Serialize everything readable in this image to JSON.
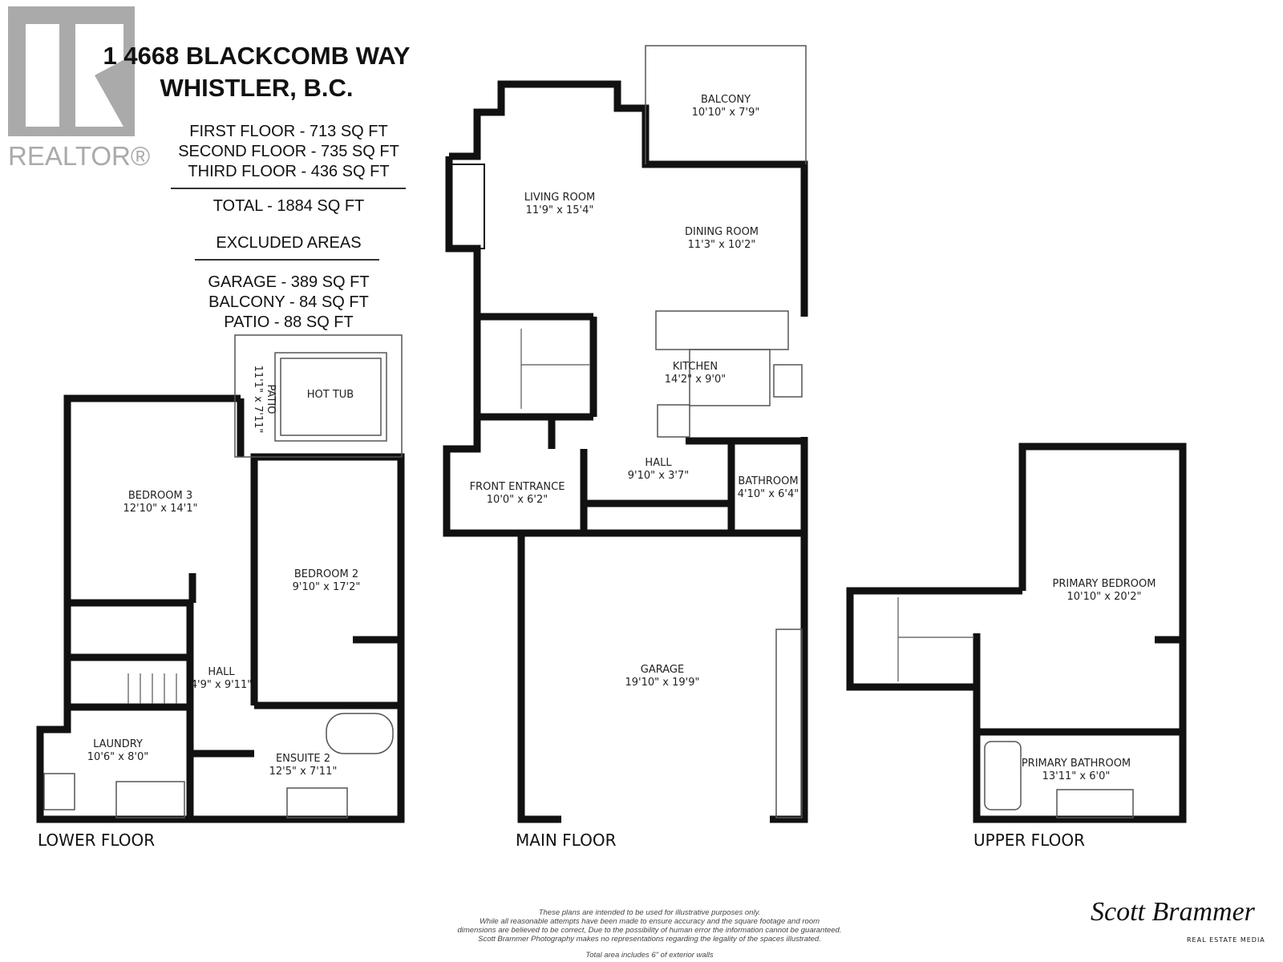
{
  "header": {
    "address_line1": "1 4668 BLACKCOMB WAY",
    "address_line2": "WHISTLER, B.C.",
    "floor_areas": [
      "FIRST FLOOR - 713 SQ FT",
      "SECOND FLOOR - 735 SQ FT",
      "THIRD FLOOR - 436 SQ FT"
    ],
    "total": "TOTAL  -  1884 SQ FT",
    "excluded_title": "EXCLUDED AREAS",
    "excluded": [
      "GARAGE - 389 SQ FT",
      "BALCONY - 84 SQ FT",
      "PATIO - 88 SQ FT"
    ]
  },
  "logo": {
    "text": "REALTOR®"
  },
  "floors": {
    "lower": {
      "label": "LOWER FLOOR",
      "rooms": [
        {
          "name": "BEDROOM 3",
          "dims": "12'10\" x 14'1\""
        },
        {
          "name": "BEDROOM 2",
          "dims": "9'10\" x 17'2\""
        },
        {
          "name": "HALL",
          "dims": "4'9\" x 9'11\""
        },
        {
          "name": "LAUNDRY",
          "dims": "10'6\" x 8'0\""
        },
        {
          "name": "ENSUITE 2",
          "dims": "12'5\" x 7'11\""
        },
        {
          "name": "PATIO",
          "dims": "11'1\" x 7'11\""
        },
        {
          "name": "HOT TUB",
          "dims": ""
        }
      ]
    },
    "main": {
      "label": "MAIN FLOOR",
      "rooms": [
        {
          "name": "BALCONY",
          "dims": "10'10\" x 7'9\""
        },
        {
          "name": "LIVING ROOM",
          "dims": "11'9\" x 15'4\""
        },
        {
          "name": "DINING ROOM",
          "dims": "11'3\" x 10'2\""
        },
        {
          "name": "KITCHEN",
          "dims": "14'2\" x 9'0\""
        },
        {
          "name": "HALL",
          "dims": "9'10\" x 3'7\""
        },
        {
          "name": "FRONT ENTRANCE",
          "dims": "10'0\" x 6'2\""
        },
        {
          "name": "BATHROOM",
          "dims": "4'10\" x 6'4\""
        },
        {
          "name": "GARAGE",
          "dims": "19'10\" x 19'9\""
        }
      ]
    },
    "upper": {
      "label": "UPPER FLOOR",
      "rooms": [
        {
          "name": "PRIMARY BEDROOM",
          "dims": "10'10\" x 20'2\""
        },
        {
          "name": "PRIMARY BATHROOM",
          "dims": "13'11\" x 6'0\""
        }
      ]
    }
  },
  "footer": {
    "disclaimer": [
      "These plans are intended to be used for illustrative purposes only.",
      "While all reasonable attempts have been made to ensure accuracy and the square footage and room",
      "dimensions are believed to be correct,  Due to the possibility of human error the information cannot be guaranteed.",
      "Scott Brammer Photography makes no representations regarding the legality of the spaces illustrated."
    ],
    "total_note": "Total area includes 6\" of exterior walls",
    "signature": "Scott Brammer",
    "signature_sub": "REAL ESTATE MEDIA"
  }
}
